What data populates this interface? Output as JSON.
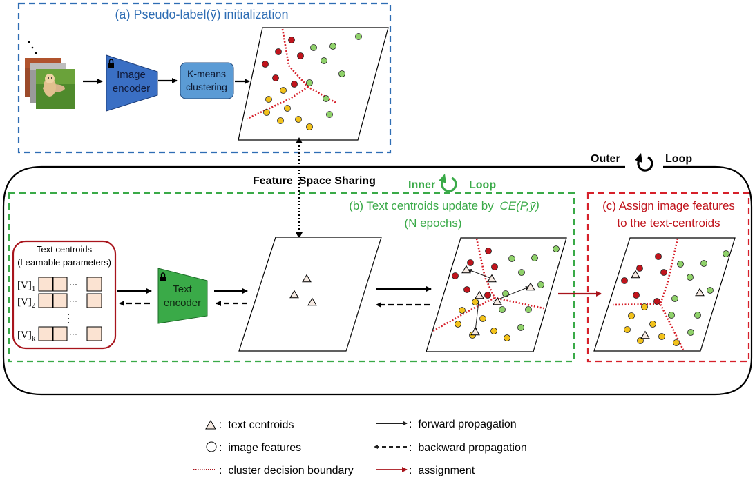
{
  "section_a": {
    "title": "(a) Pseudo-label(ȳ) initialization",
    "color": "#2e6db4",
    "image_encoder_label_1": "Image",
    "image_encoder_label_2": "encoder",
    "kmeans_label_1": "K-means",
    "kmeans_label_2": "clustering"
  },
  "outer_loop": {
    "left_label": "Outer",
    "right_label": "Loop"
  },
  "feature_space_sharing": "Feature  Space Sharing",
  "inner_loop": {
    "left_label": "Inner",
    "right_label": "Loop",
    "color": "#3aaa48"
  },
  "section_b": {
    "title_1": "(b) Text centroids update by",
    "title_formula": "CE(P,ȳ)",
    "title_2": "(N epochs)",
    "color": "#3aaa48"
  },
  "section_c": {
    "title_1": "(c) Assign image features",
    "title_2": "to the text-centroids",
    "color": "#c0141c"
  },
  "text_centroids_box": {
    "title_1": "Text centroids",
    "title_2": "(Learnable parameters)",
    "rows": [
      "[V]₁",
      "[V]₂",
      "[V]ₖ"
    ],
    "row_var": "[V]",
    "row_subs": [
      "1",
      "2",
      "k"
    ]
  },
  "text_encoder": {
    "label_1": "Text",
    "label_2": "encoder"
  },
  "legend": {
    "items": [
      {
        "symbol": "triangle",
        "label": ":  text centroids"
      },
      {
        "symbol": "circle",
        "label": ":  image features"
      },
      {
        "symbol": "dotted-line",
        "label": ":  cluster decision boundary"
      },
      {
        "symbol": "solid-arrow",
        "label": ":  forward propagation"
      },
      {
        "symbol": "dashed-arrow",
        "label": ":  backward propagation"
      },
      {
        "symbol": "red-arrow",
        "label": ":  assignment"
      }
    ]
  },
  "colors": {
    "cluster_red": "#c0141c",
    "cluster_green": "#8fd16a",
    "cluster_yellow": "#f2c21b",
    "boundary": "#d6202a",
    "encoder_blue": "#3a6fc4",
    "kmeans_blue": "#5b9bd5",
    "encoder_green": "#3aaa48",
    "param_cell": "#fbe3d2"
  }
}
